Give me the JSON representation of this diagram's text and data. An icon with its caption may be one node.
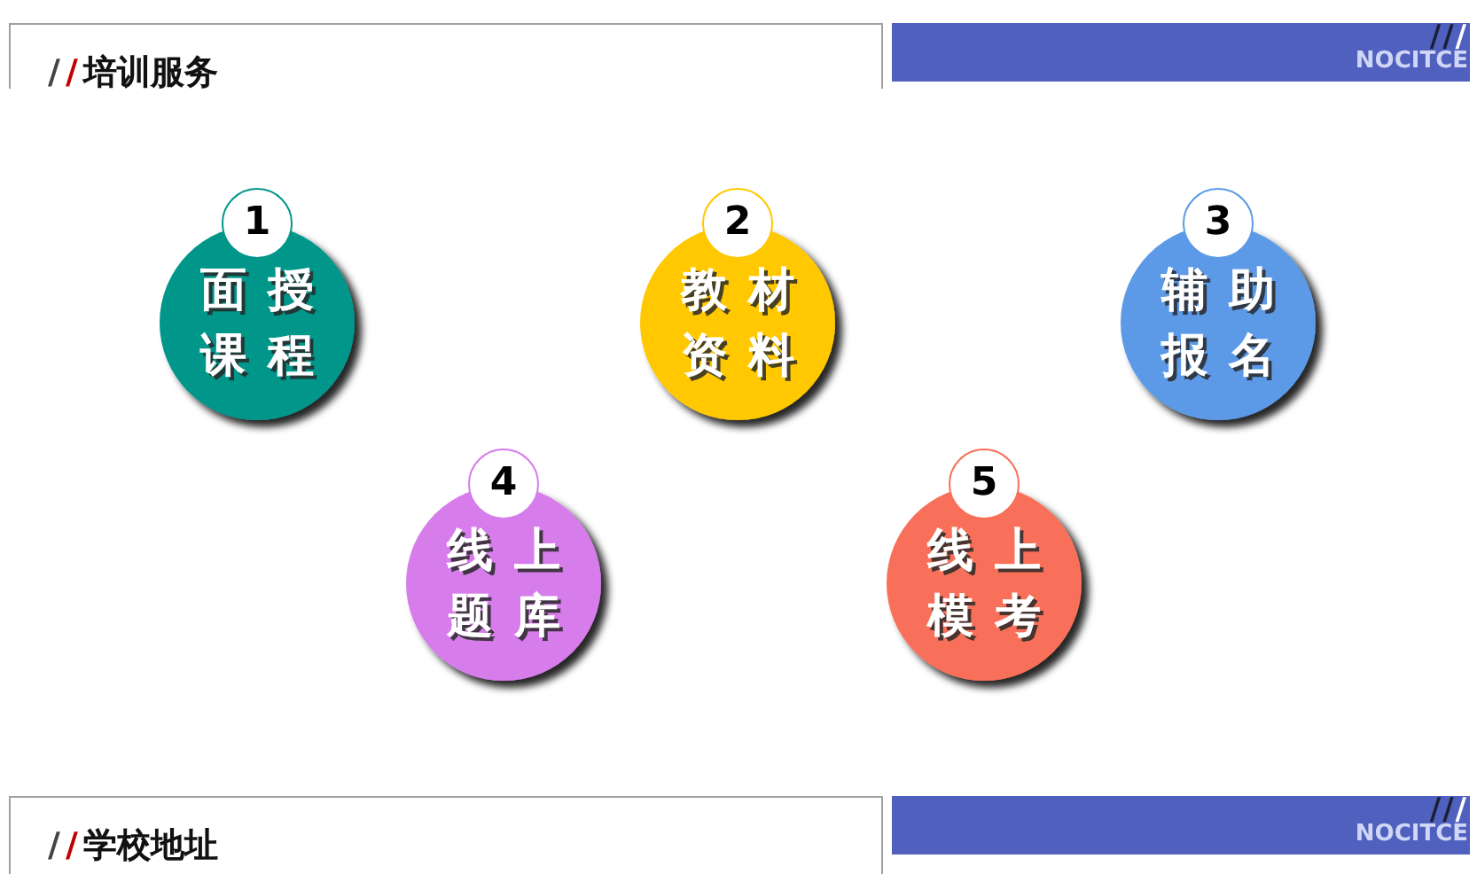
{
  "diagram": {
    "nodes": [
      {
        "text": [
          "//",
          "培训服务"
        ]
      },
      {
        "text": [
          "///",
          "NOCITCE"
        ]
      },
      {
        "text": [
          "1",
          "面授课程"
        ]
      },
      {
        "text": [
          "2",
          "教材资料"
        ]
      },
      {
        "text": [
          "3",
          "辅助报名"
        ]
      },
      {
        "text": [
          "4",
          "线上题库"
        ]
      },
      {
        "text": [
          "5",
          "线上模考"
        ]
      },
      {
        "text": [
          "//",
          "学校地址"
        ]
      },
      {
        "text": [
          "///",
          "NOCITCE"
        ]
      }
    ]
  }
}
